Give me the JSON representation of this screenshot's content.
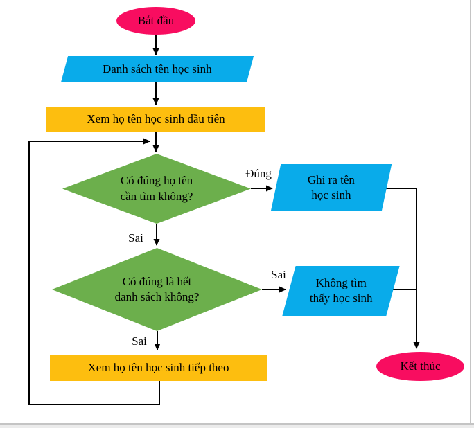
{
  "flowchart": {
    "start": "Bắt đầu",
    "input_list": "Danh sách tên học sinh",
    "process_first": "Xem họ tên học sinh đầu tiên",
    "decision_match": {
      "line1": "Có đúng họ tên",
      "line2": "cần tìm không?"
    },
    "label_true": "Đúng",
    "output_found": {
      "line1": "Ghi ra tên",
      "line2": "học sinh"
    },
    "label_false_1": "Sai",
    "decision_end": {
      "line1": "Có đúng là hết",
      "line2": "danh sách không?"
    },
    "label_false_2": "Sai",
    "output_notfound": {
      "line1": "Không tìm",
      "line2": "thấy học sinh"
    },
    "label_false_3": "Sai",
    "process_next": "Xem họ tên học sinh tiếp theo",
    "end": "Kết thúc"
  },
  "colors": {
    "pink": "#F80D60",
    "blue": "#09ABEA",
    "orange": "#FDBE0F",
    "green": "#6CAF4C",
    "line": "#000000",
    "edge": "#C4C4C4"
  }
}
